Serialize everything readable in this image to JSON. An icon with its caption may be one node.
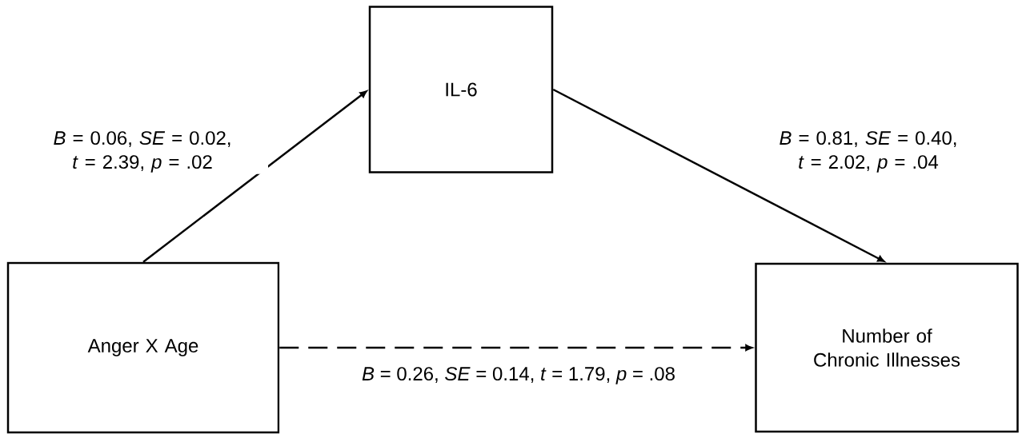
{
  "diagram": {
    "nodes": [
      {
        "text": [
          "IL-6"
        ]
      },
      {
        "text": [
          "Anger X Age"
        ]
      },
      {
        "text": [
          "Number of Chronic Illnesses"
        ]
      }
    ],
    "edges": [
      {
        "from": 1,
        "to": 0,
        "arrow": "to",
        "label": "*B* = 0.06, *SE* = 0.02, *t* = 2.39, *p* = .02"
      },
      {
        "from": 0,
        "to": 2,
        "arrow": "to",
        "label": "*B* = 0.81, *SE* = 0.40, *t* = 2.02, *p* = .04"
      },
      {
        "from": 1,
        "to": 2,
        "arrow": "to",
        "style": "dashed",
        "label": "*B* = 0.26, *SE* = 0.14, *t* = 1.79, *p* = .08"
      }
    ]
  }
}
